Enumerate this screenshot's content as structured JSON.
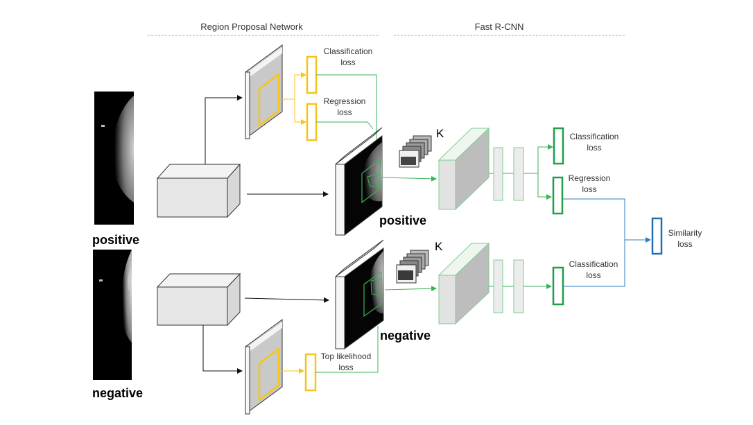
{
  "sections": {
    "rpn": "Region Proposal Network",
    "fast_rcnn": "Fast R-CNN"
  },
  "inputs": {
    "positive": "positive",
    "negative": "negative"
  },
  "feature_maps": {
    "positive": "positive",
    "negative": "negative"
  },
  "rpn_top": {
    "classification_loss": [
      "Classification",
      "loss"
    ],
    "regression_loss": [
      "Regression",
      "loss"
    ]
  },
  "rpn_bottom": {
    "top_likelihood_loss": [
      "Top likelihood",
      "loss"
    ]
  },
  "roi": {
    "k_top": "K",
    "k_bottom": "K"
  },
  "head_top": {
    "classification_loss": [
      "Classification",
      "loss"
    ],
    "regression_loss": [
      "Regression",
      "loss"
    ]
  },
  "head_bottom": {
    "classification_loss": [
      "Classification",
      "loss"
    ]
  },
  "similarity_loss": [
    "Similarity",
    "loss"
  ],
  "colors": {
    "rpn_box": "#f5c518",
    "head_box": "#1f9e4a",
    "similarity_box": "#1f6fb5",
    "section_rule": "#e6a15a",
    "arrow_green": "#3bb35a",
    "arrow_blue": "#2e7fc0"
  }
}
